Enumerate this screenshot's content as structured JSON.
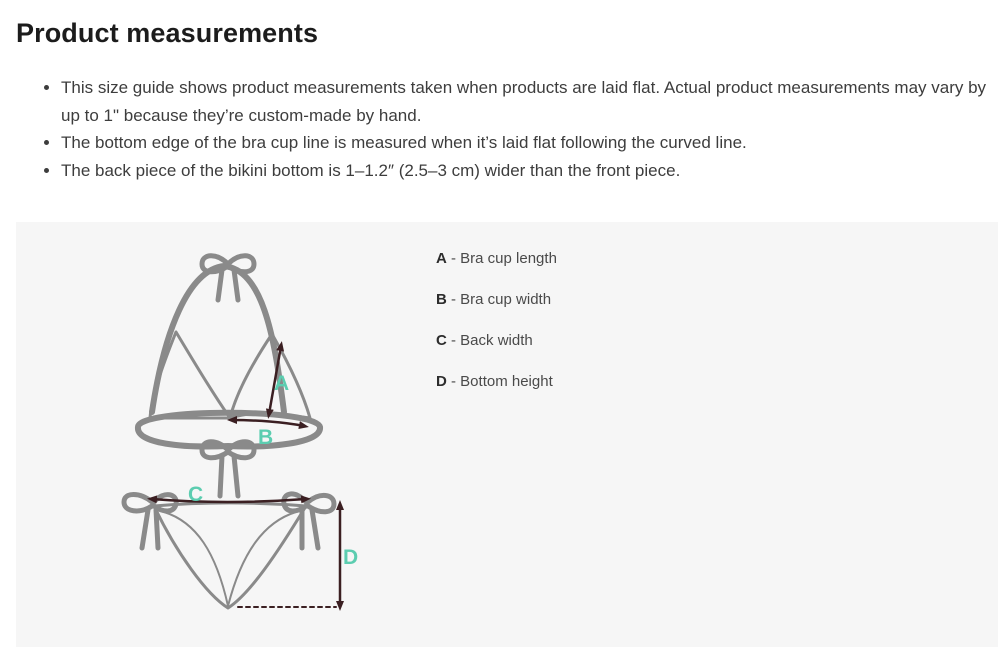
{
  "title": "Product measurements",
  "notes": [
    "This size guide shows product measurements taken when products are laid flat. Actual product measurements may vary by up to 1\" because they’re custom-made by hand.",
    "The bottom edge of the bra cup line is measured when it’s laid flat following the curved line.",
    "The back piece of the bikini bottom is 1–1.2″ (2.5–3 cm) wider than the front piece."
  ],
  "diagram": {
    "letters": [
      "A",
      "B",
      "C",
      "D"
    ],
    "accent_color": "#5ccdb0",
    "arrow_color": "#3b1f22",
    "outline_color": "#8a8a8a"
  },
  "legend": [
    {
      "key": "A",
      "label": " - Bra cup length"
    },
    {
      "key": "B",
      "label": " - Bra cup width"
    },
    {
      "key": "C",
      "label": " - Back width"
    },
    {
      "key": "D",
      "label": " - Bottom height"
    }
  ]
}
